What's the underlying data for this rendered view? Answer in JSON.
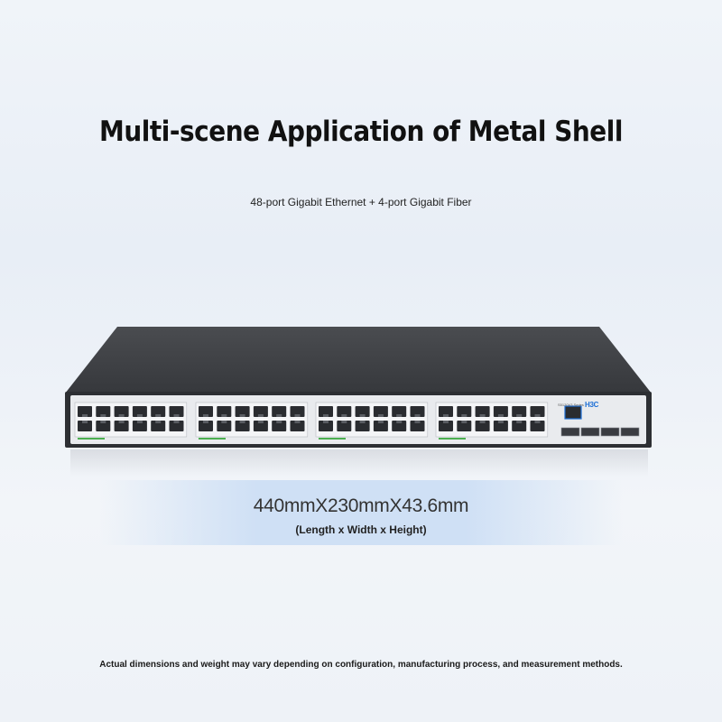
{
  "page": {
    "title": "Multi-scene Application of Metal Shell",
    "subtitle": "48-port Gigabit Ethernet + 4-port Gigabit Fiber",
    "dimensions": "440mmX230mmX43.6mm",
    "dimensions_note": "(Length x Width x Height)",
    "disclaimer": "Actual dimensions and weight may vary depending on configuration, manufacturing process, and measurement methods."
  },
  "device": {
    "brand": "H3C",
    "ethernet_port_count": 48,
    "fiber_port_count": 4,
    "console_port_count": 1,
    "icons": [
      "switch-image",
      "rj45-port-icon",
      "sfp-port-icon",
      "console-port-icon"
    ]
  },
  "colors": {
    "background": "#edf2f8",
    "chassis": "#2d2f33",
    "panel": "#e9ebee",
    "port": "#2a2c30",
    "brand": "#1d6fd6",
    "dimension_band": "#cfe0f5"
  }
}
